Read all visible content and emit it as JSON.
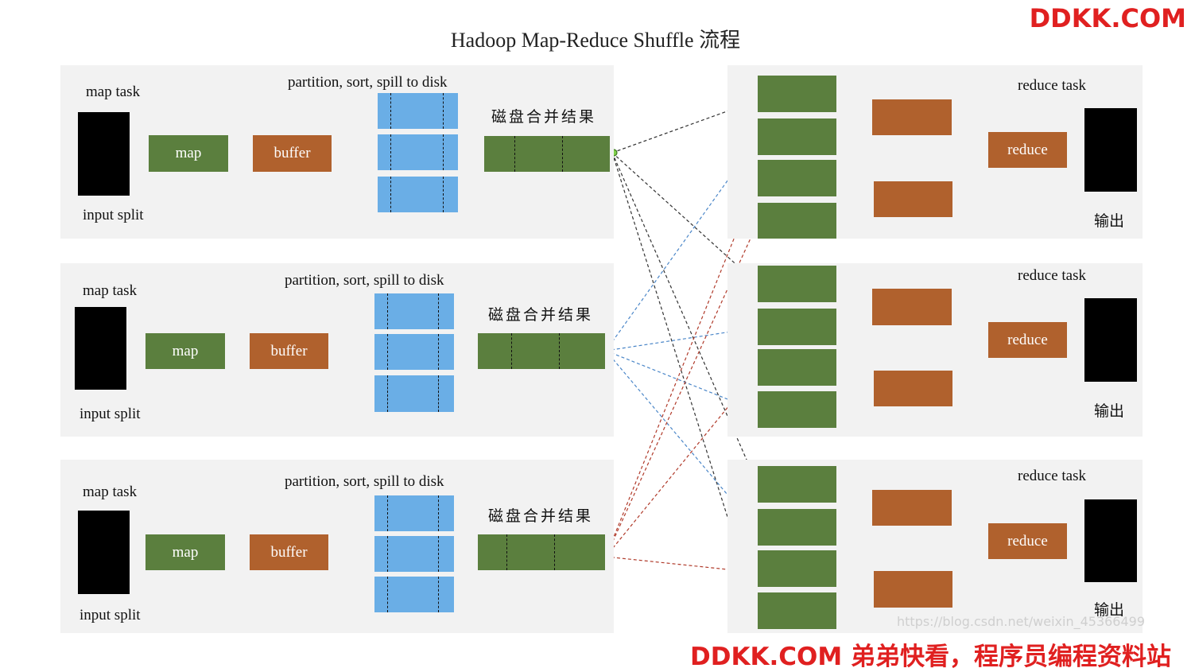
{
  "title": "Hadoop Map-Reduce Shuffle 流程",
  "brand": "DDKK.COM",
  "footer": "DDKK.COM 弟弟快看，程序员编程资料站",
  "watermark": "https://blog.csdn.net/weixin_45366499",
  "map_side": {
    "task_label": "map task",
    "split_label": "input split",
    "map_label": "map",
    "buffer_label": "buffer",
    "spill_label": "partition, sort, spill to disk",
    "merge_label": "磁盘合并结果"
  },
  "reduce_side": {
    "task_label": "reduce task",
    "reduce_label": "reduce",
    "output_label": "输出"
  },
  "colors": {
    "green": "#5b7f3e",
    "orange": "#b0612d",
    "blue": "#6aaee6",
    "black": "#000000",
    "arrow_black": "#333333",
    "arrow_blue": "#4a86c8",
    "arrow_red": "#b03a2a"
  }
}
